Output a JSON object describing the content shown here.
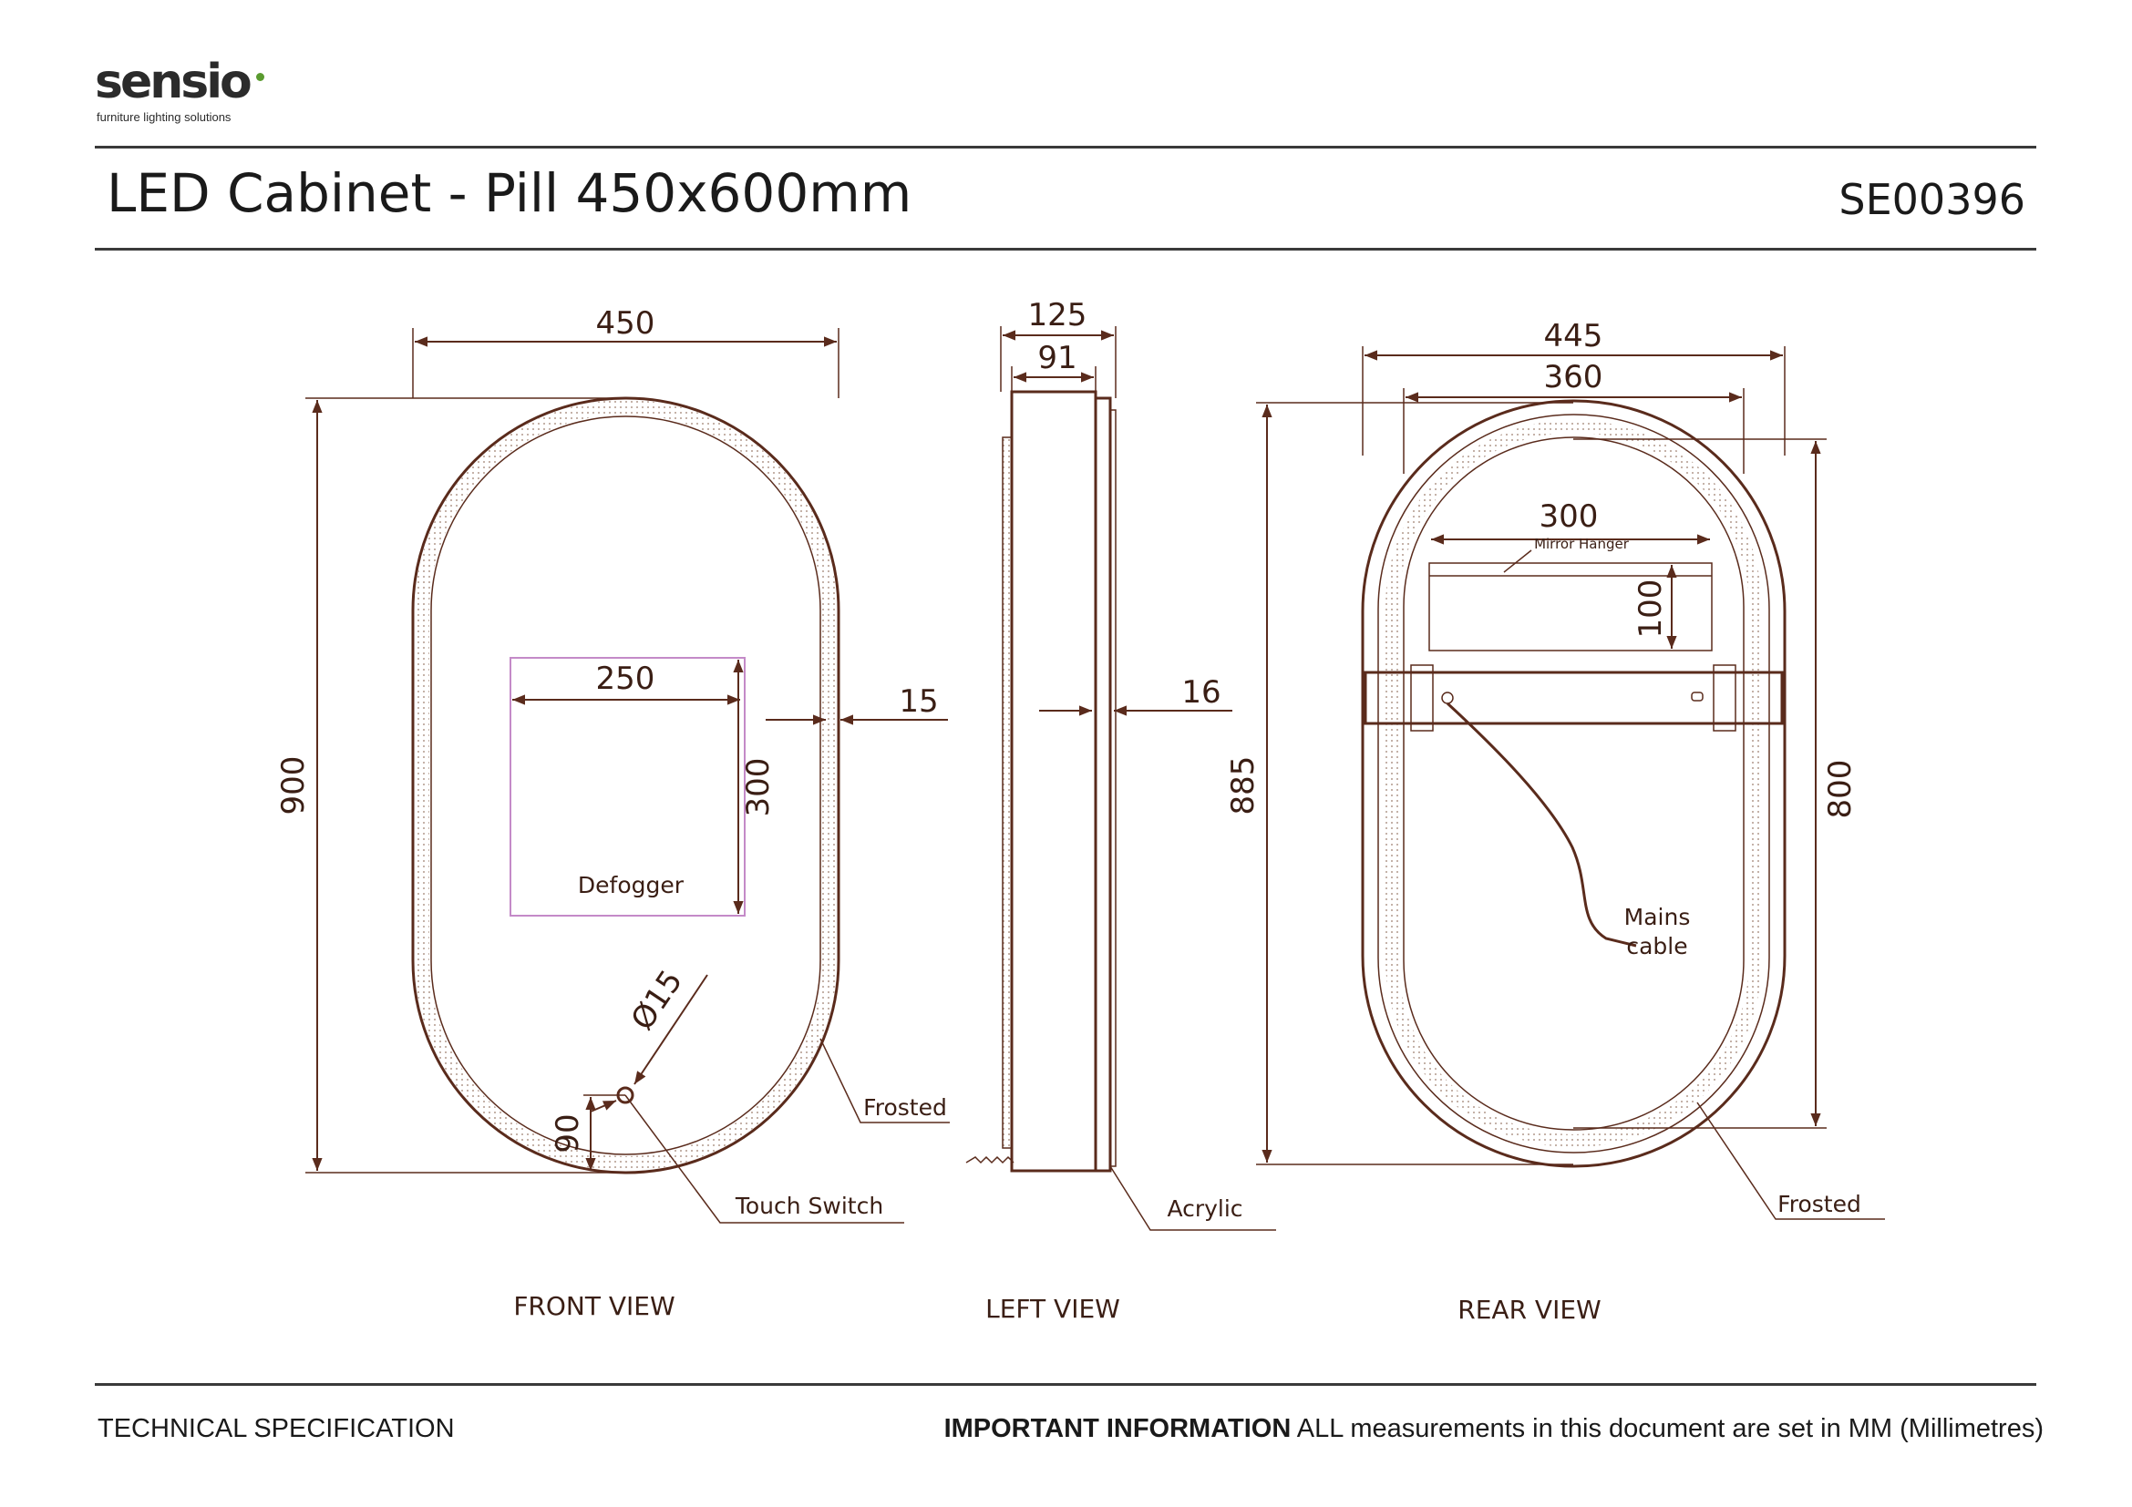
{
  "brand": {
    "name": "sensio",
    "tagline": "furniture lighting solutions",
    "accent": "#5a9b2f"
  },
  "header": {
    "title": "LED Cabinet - Pill 450x600mm",
    "code": "SE00396"
  },
  "front_view": {
    "label": "FRONT VIEW",
    "width": "450",
    "height": "900",
    "defogger_width": "250",
    "defogger_height": "300",
    "defogger_label": "Defogger",
    "frost_width": "15",
    "frosted_label": "Frosted",
    "switch_diameter": "Ø15",
    "switch_offset": "90",
    "touch_switch_label": "Touch Switch"
  },
  "left_view": {
    "label": "LEFT VIEW",
    "depth_total": "125",
    "depth_body": "91",
    "acrylic_width": "16",
    "acrylic_label": "Acrylic"
  },
  "rear_view": {
    "label": "REAR VIEW",
    "outer_width": "445",
    "inner_width": "360",
    "hanger_width": "300",
    "hanger_label": "Mirror Hanger",
    "hanger_height": "100",
    "outer_height": "885",
    "inner_height": "800",
    "mains_label_1": "Mains",
    "mains_label_2": "cable",
    "frosted_label": "Frosted"
  },
  "footer": {
    "left": "TECHNICAL SPECIFICATION",
    "important": "IMPORTANT INFORMATION",
    "note": "ALL measurements in this document are set in MM (Millimetres)"
  },
  "colors": {
    "line": "#5a2b1c",
    "text": "#3a1e14",
    "defogger": "#c48ac8",
    "rule": "#3a3a3a"
  }
}
